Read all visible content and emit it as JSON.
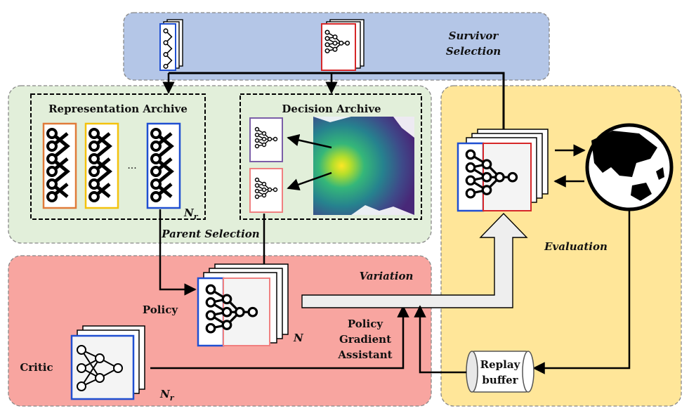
{
  "regions": {
    "survivor_selection": [
      "Survivor",
      "Selection"
    ],
    "parent_selection": "Parent Selection",
    "variation": "Variation",
    "evaluation": "Evaluation"
  },
  "archives": {
    "representation": "Representation Archive",
    "decision": "Decision Archive",
    "ellipsis": "..."
  },
  "labels": {
    "policy": "Policy",
    "critic": "Critic",
    "n_r_symbol": "N",
    "n_r_subscript": "r",
    "n_symbol": "N",
    "pga": [
      "Policy",
      "Gradient",
      "Assistant"
    ],
    "replay": [
      "Replay",
      "buffer"
    ]
  },
  "colors": {
    "survivor_bg": "#b4c6e7",
    "parent_bg": "#e2efda",
    "variation_bg": "#f8a5a0",
    "evaluation_bg": "#ffe699",
    "blue": "#1f4fd1",
    "red": "#d62728",
    "orange": "#e07b39",
    "yellow": "#f4c20d",
    "purple": "#7b5ea7",
    "salmon": "#f08080"
  },
  "icons": [
    "network-card-icon",
    "globe-icon",
    "replay-buffer-icon",
    "heatmap-icon"
  ]
}
